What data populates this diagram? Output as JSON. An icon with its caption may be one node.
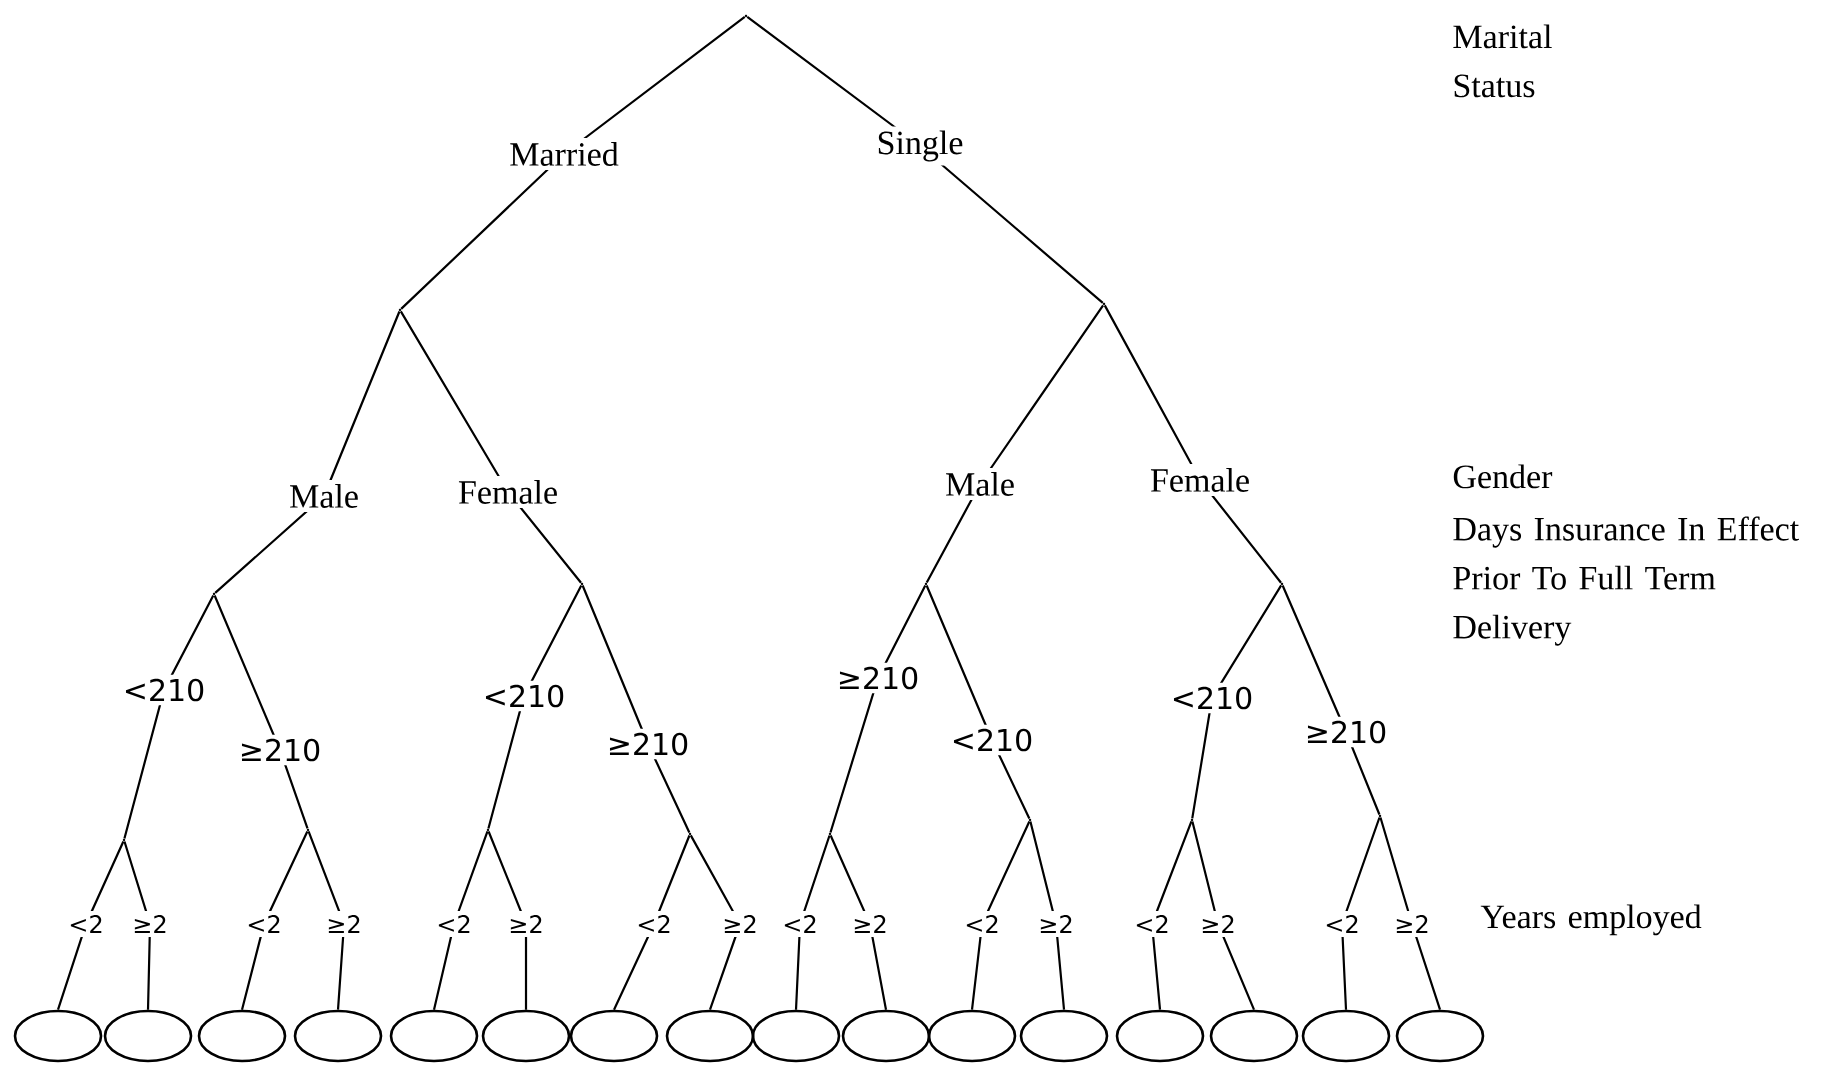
{
  "diagram": {
    "nodes": [
      {
        "text": [],
        "shape": "point"
      },
      {
        "text": [],
        "shape": "point"
      },
      {
        "text": [],
        "shape": "point"
      },
      {
        "text": [],
        "shape": "point"
      },
      {
        "text": [],
        "shape": "point"
      },
      {
        "text": [],
        "shape": "point"
      },
      {
        "text": [],
        "shape": "point"
      },
      {
        "text": [],
        "shape": "point"
      },
      {
        "text": [],
        "shape": "point"
      },
      {
        "text": [],
        "shape": "point"
      },
      {
        "text": [],
        "shape": "point"
      },
      {
        "text": [],
        "shape": "point"
      },
      {
        "text": [],
        "shape": "point"
      },
      {
        "text": [],
        "shape": "point"
      },
      {
        "text": [],
        "shape": "point"
      },
      {
        "text": [],
        "shape": "ellipse"
      },
      {
        "text": [],
        "shape": "ellipse"
      },
      {
        "text": [],
        "shape": "ellipse"
      },
      {
        "text": [],
        "shape": "ellipse"
      },
      {
        "text": [],
        "shape": "ellipse"
      },
      {
        "text": [],
        "shape": "ellipse"
      },
      {
        "text": [],
        "shape": "ellipse"
      },
      {
        "text": [],
        "shape": "ellipse"
      },
      {
        "text": [],
        "shape": "ellipse"
      },
      {
        "text": [],
        "shape": "ellipse"
      },
      {
        "text": [],
        "shape": "ellipse"
      },
      {
        "text": [],
        "shape": "ellipse"
      },
      {
        "text": [],
        "shape": "ellipse"
      },
      {
        "text": [],
        "shape": "ellipse"
      },
      {
        "text": [],
        "shape": "ellipse"
      },
      {
        "text": [],
        "shape": "ellipse"
      }
    ],
    "edges": [
      {
        "from": 0,
        "to": 1,
        "arrow": "none",
        "label": "Married"
      },
      {
        "from": 0,
        "to": 2,
        "arrow": "none",
        "label": "Single"
      },
      {
        "from": 1,
        "to": 3,
        "arrow": "none",
        "label": "Male"
      },
      {
        "from": 1,
        "to": 4,
        "arrow": "none",
        "label": "Female"
      },
      {
        "from": 2,
        "to": 5,
        "arrow": "none",
        "label": "Male"
      },
      {
        "from": 2,
        "to": 6,
        "arrow": "none",
        "label": "Female"
      },
      {
        "from": 3,
        "to": 7,
        "arrow": "none",
        "label": "<210"
      },
      {
        "from": 3,
        "to": 8,
        "arrow": "none",
        "label": "≥210"
      },
      {
        "from": 4,
        "to": 9,
        "arrow": "none",
        "label": "<210"
      },
      {
        "from": 4,
        "to": 10,
        "arrow": "none",
        "label": "≥210"
      },
      {
        "from": 5,
        "to": 11,
        "arrow": "none",
        "label": "≥210"
      },
      {
        "from": 5,
        "to": 12,
        "arrow": "none",
        "label": "<210"
      },
      {
        "from": 6,
        "to": 13,
        "arrow": "none",
        "label": "<210"
      },
      {
        "from": 6,
        "to": 14,
        "arrow": "none",
        "label": "≥210"
      },
      {
        "from": 7,
        "to": 15,
        "arrow": "none",
        "label": "<2"
      },
      {
        "from": 7,
        "to": 16,
        "arrow": "none",
        "label": "≥2"
      },
      {
        "from": 8,
        "to": 17,
        "arrow": "none",
        "label": "<2"
      },
      {
        "from": 8,
        "to": 18,
        "arrow": "none",
        "label": "≥2"
      },
      {
        "from": 9,
        "to": 19,
        "arrow": "none",
        "label": "<2"
      },
      {
        "from": 9,
        "to": 20,
        "arrow": "none",
        "label": "≥2"
      },
      {
        "from": 10,
        "to": 21,
        "arrow": "none",
        "label": "<2"
      },
      {
        "from": 10,
        "to": 22,
        "arrow": "none",
        "label": "≥2"
      },
      {
        "from": 11,
        "to": 23,
        "arrow": "none",
        "label": "<2"
      },
      {
        "from": 11,
        "to": 24,
        "arrow": "none",
        "label": "≥2"
      },
      {
        "from": 12,
        "to": 25,
        "arrow": "none",
        "label": "<2"
      },
      {
        "from": 12,
        "to": 26,
        "arrow": "none",
        "label": "≥2"
      },
      {
        "from": 13,
        "to": 27,
        "arrow": "none",
        "label": "<2"
      },
      {
        "from": 13,
        "to": 28,
        "arrow": "none",
        "label": "≥2"
      },
      {
        "from": 14,
        "to": 29,
        "arrow": "none",
        "label": "<2"
      },
      {
        "from": 14,
        "to": 30,
        "arrow": "none",
        "label": "≥2"
      }
    ],
    "labels": [
      "Marital Status",
      "Gender",
      "Days Insurance In Effect Prior To Full Term Delivery",
      "Years employed"
    ]
  }
}
